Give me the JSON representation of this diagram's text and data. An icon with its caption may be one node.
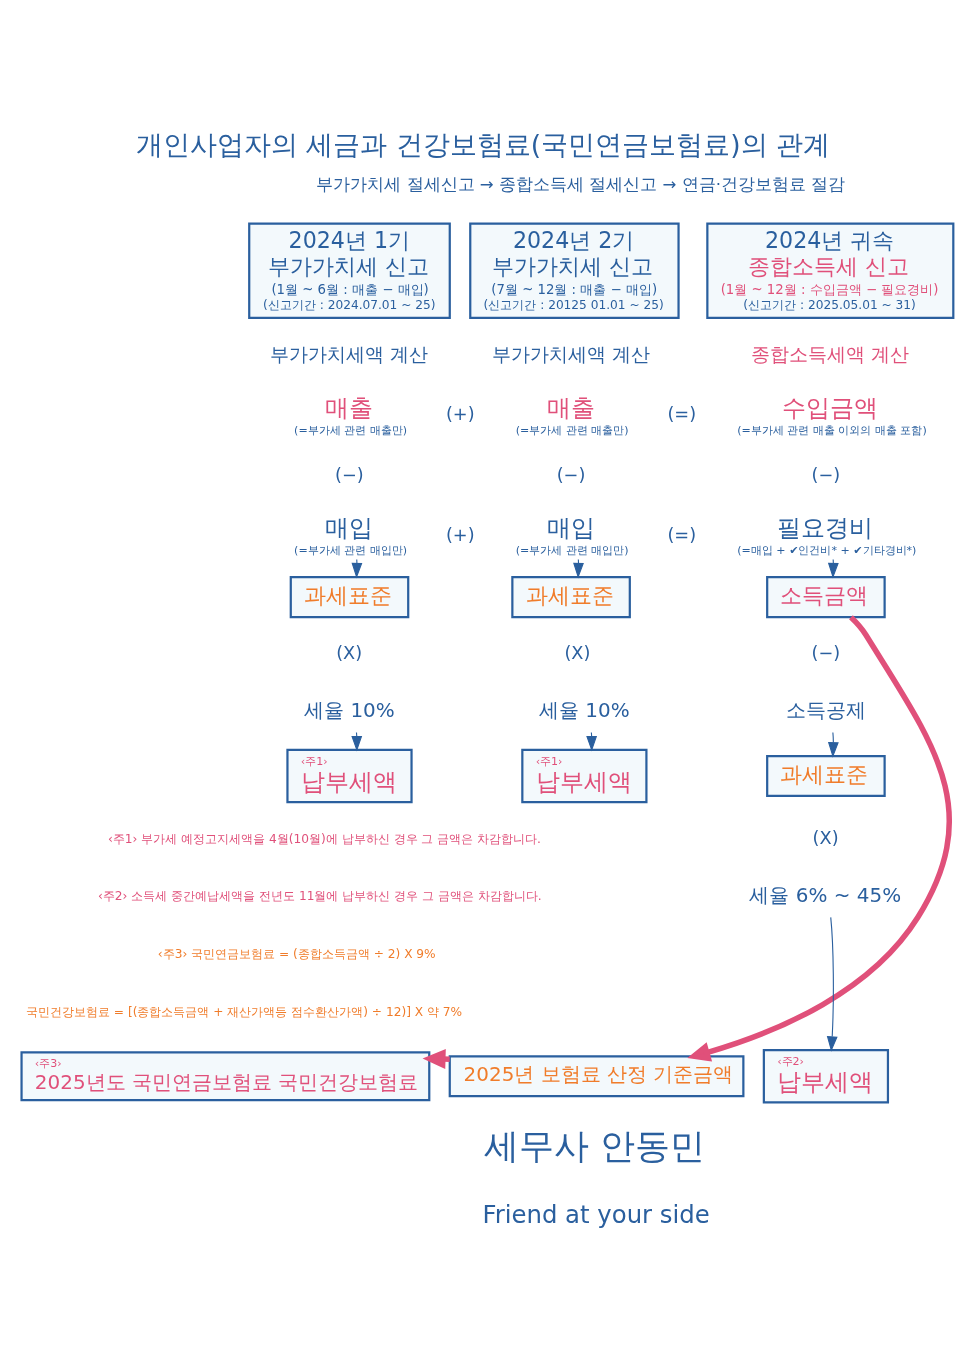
{
  "diagram": {
    "title": "개인사업자의 세금과 건강보험료(국민연금보험료)의 관계",
    "nodes": [
      {
        "text": [
          "2024년 1기",
          "부가가치세 신고",
          "(1월 ~ 6월 : 매출 − 매입)",
          "(신고기간 : 2024.07.01 ~ 25)"
        ]
      },
      {
        "text": [
          "2024년 2기",
          "부가가치세 신고",
          "(7월 ~ 12월 : 매출 − 매입)",
          "(신고기간 : 20125 01.01 ~ 25)"
        ]
      },
      {
        "text": [
          "2024년 귀속",
          "종합소득세 신고",
          "(1월 ~ 12월 : 수입금액 − 필요경비)",
          "(신고기간 : 2025.05.01 ~ 31)"
        ]
      },
      {
        "text": [
          "매출",
          "(=부가세 관련 매출만)"
        ]
      },
      {
        "text": [
          "매입",
          "(=부가세 관련 매입만)"
        ]
      },
      {
        "text": [
          "과세표준"
        ]
      },
      {
        "text": [
          "세율 10%"
        ]
      },
      {
        "text": [
          "‹주1›",
          "납부세액"
        ]
      },
      {
        "text": [
          "매출",
          "(=부가세 관련 매출만)"
        ]
      },
      {
        "text": [
          "매입",
          "(=부가세 관련 매입만)"
        ]
      },
      {
        "text": [
          "과세표준"
        ]
      },
      {
        "text": [
          "세율 10%"
        ]
      },
      {
        "text": [
          "‹주1›",
          "납부세액"
        ]
      },
      {
        "text": [
          "수입금액",
          "(=부가세 관련 매출 이외의 매출 포함)"
        ]
      },
      {
        "text": [
          "필요경비",
          "(=매입 + ✔인건비* + ✔기타경비*)"
        ]
      },
      {
        "text": [
          "소득금액"
        ]
      },
      {
        "text": [
          "소득공제"
        ]
      },
      {
        "text": [
          "과세표준"
        ]
      },
      {
        "text": [
          "세율 6% ~ 45%"
        ]
      },
      {
        "text": [
          "‹주2›",
          "납부세액"
        ]
      },
      {
        "text": [
          "‹주3›",
          "2025년도 국민연금보험료 국민건강보험료"
        ]
      },
      {
        "text": [
          "2025년 보험료 산정 기준금액"
        ]
      }
    ],
    "edges": [
      {
        "from": 4,
        "to": 5,
        "arrow": "to"
      },
      {
        "from": 6,
        "to": 7,
        "arrow": "to"
      },
      {
        "from": 9,
        "to": 10,
        "arrow": "to"
      },
      {
        "from": 11,
        "to": 12,
        "arrow": "to"
      },
      {
        "from": 14,
        "to": 15,
        "arrow": "to"
      },
      {
        "from": 16,
        "to": 17,
        "arrow": "to"
      },
      {
        "from": 18,
        "to": 19,
        "arrow": "to"
      },
      {
        "from": 15,
        "to": 21,
        "arrow": "to",
        "style": "thick",
        "color": "#e0507a"
      },
      {
        "from": 21,
        "to": 20,
        "arrow": "to",
        "style": "thick",
        "color": "#e0507a"
      }
    ],
    "labels": [
      "부가가치세 절세신고 → 종합소득세 절세신고 → 연금·건강보험료 절감",
      "부가가치세액 계산",
      "부가가치세액 계산",
      "종합소득세액 계산",
      "(+)",
      "(=)",
      "(−)",
      "(−)",
      "(−)",
      "(+)",
      "(=)",
      "(X)",
      "(X)",
      "(−)",
      "‹주1› 부가세 예정고지세액을 4월(10월)에 납부하신 경우 그 금액은 차감합니다.",
      "(X)",
      "‹주2› 소득세 중간예납세액을 전년도 11월에 납부하신 경우 그 금액은 차감합니다.",
      "‹주3› 국민연금보험료 = (종합소득금액 ÷ 2) X 9%",
      "국민건강보험료 = [(종합소득금액 + 재산가액등 점수환산가액) ÷ 12)] X 약 7%",
      "세무사 안동민",
      "Friend at your side"
    ]
  }
}
